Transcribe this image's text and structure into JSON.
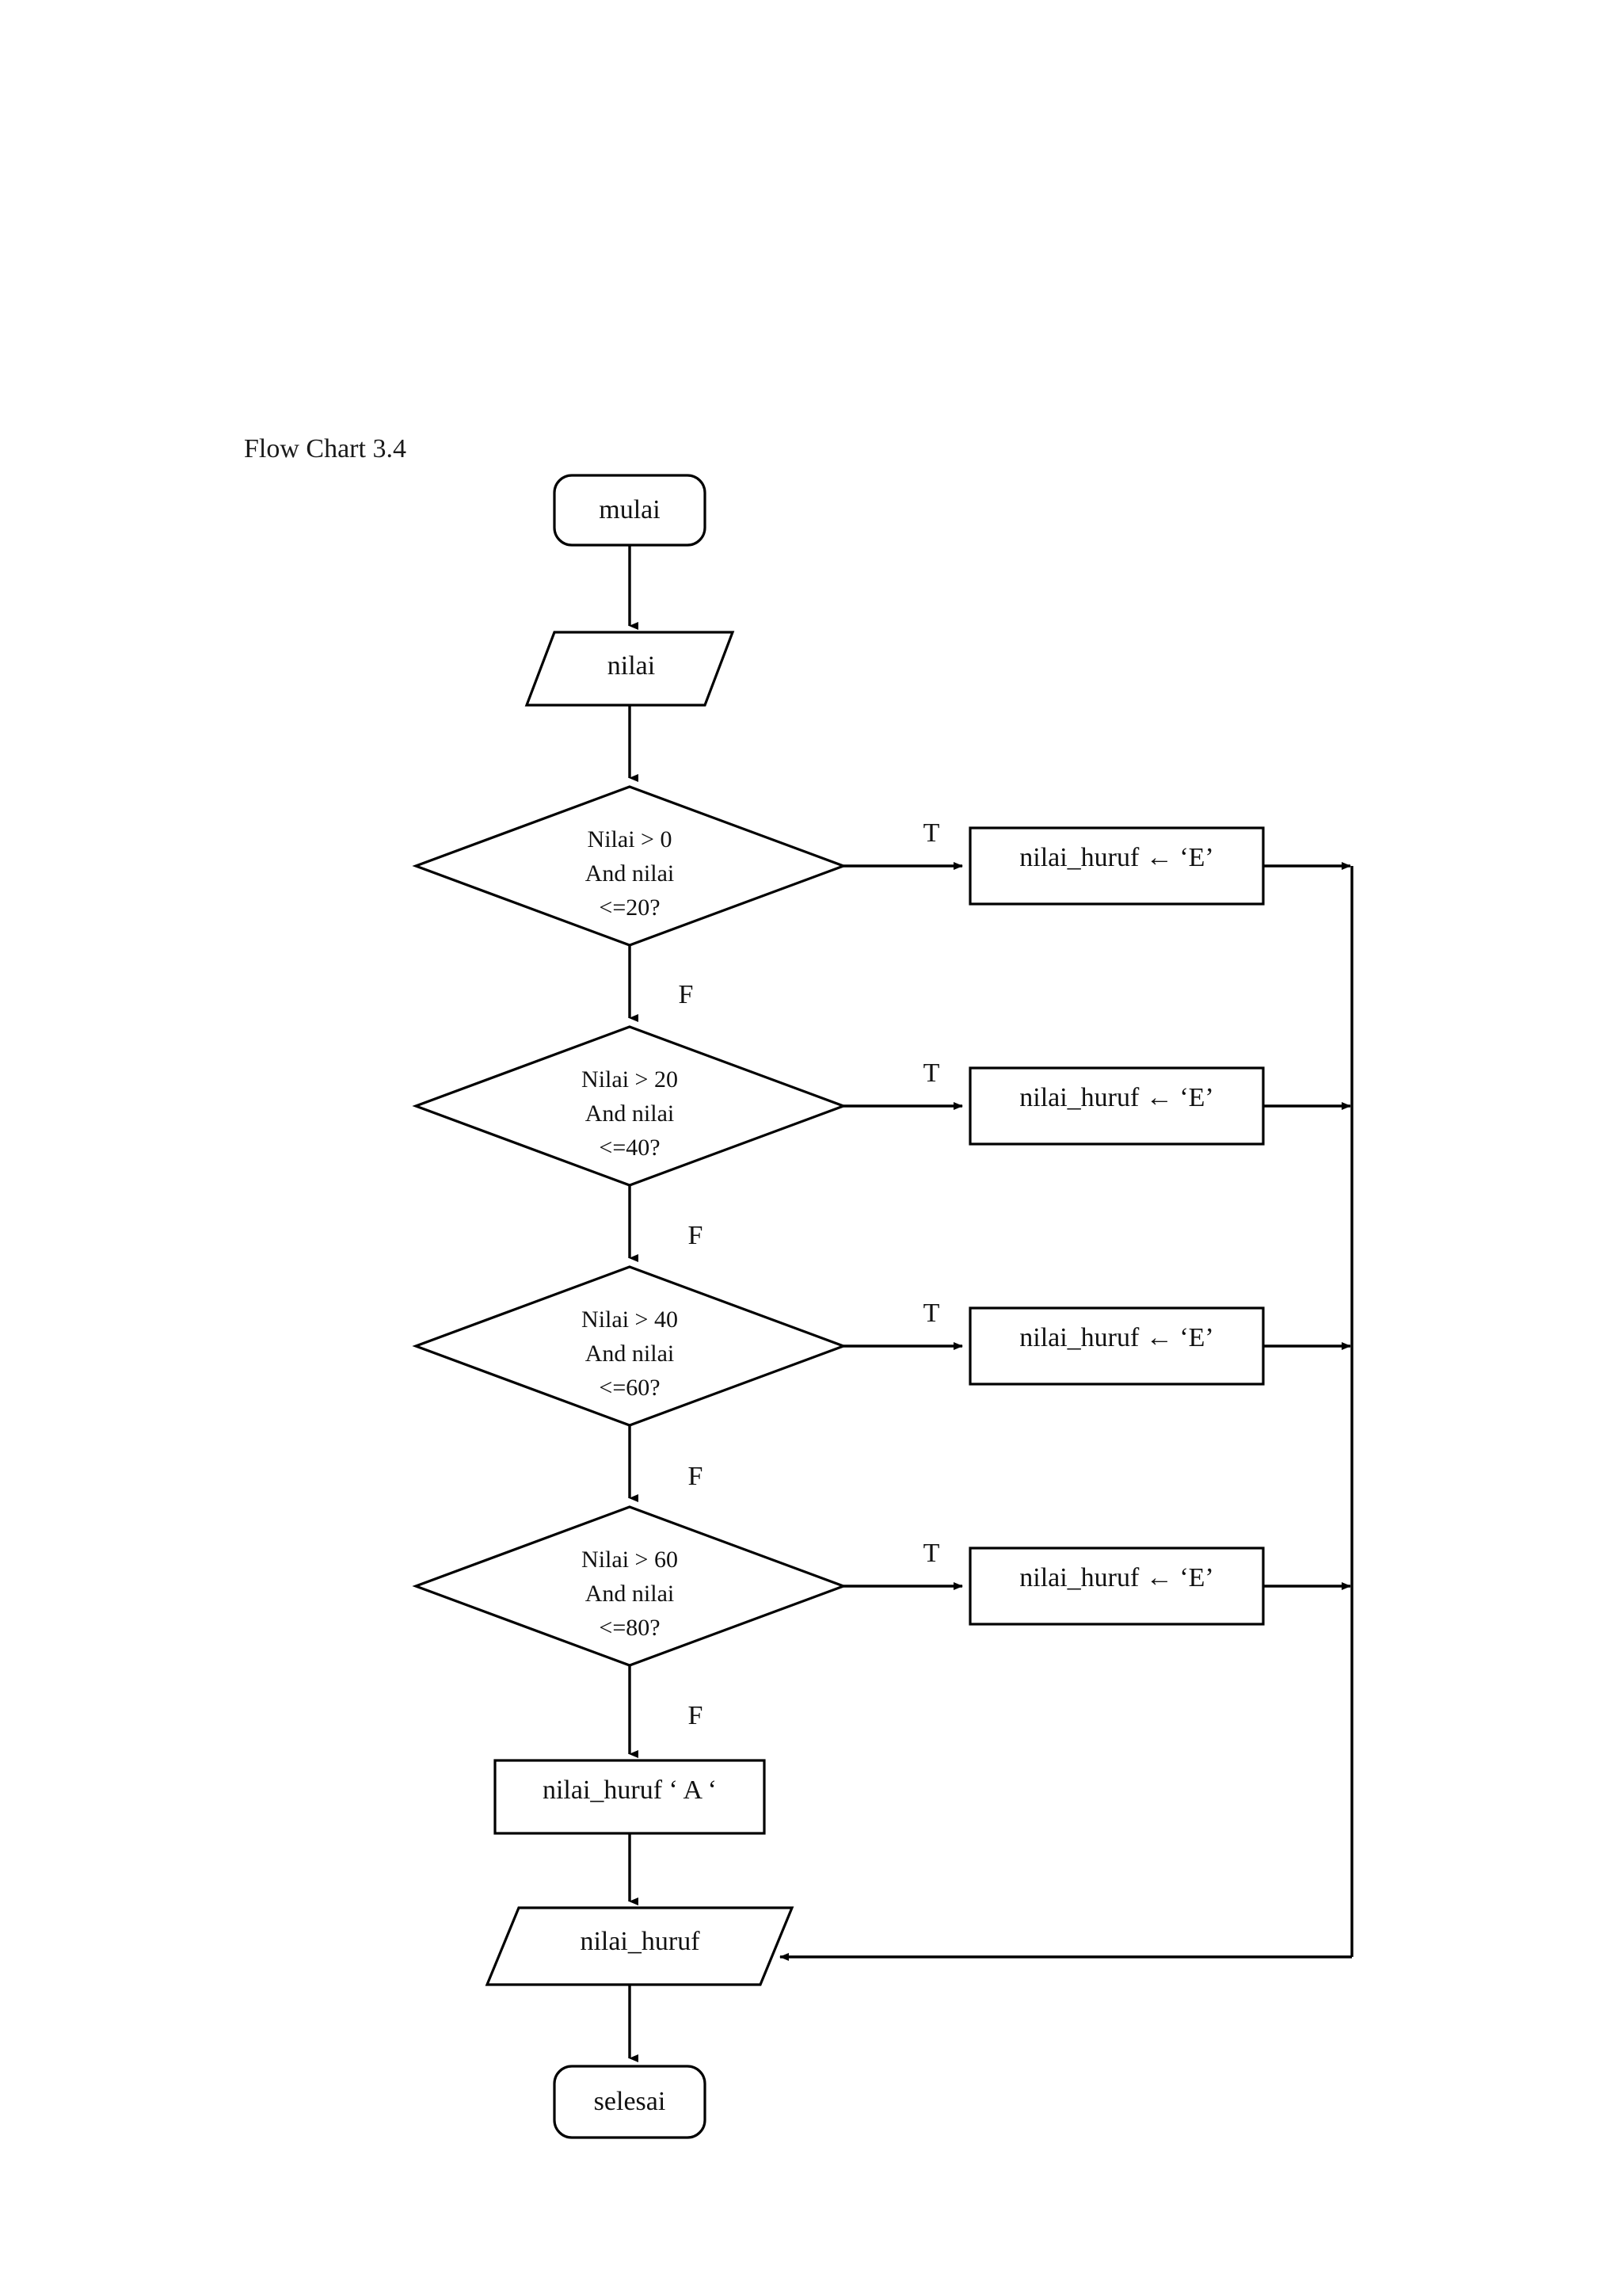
{
  "page": {
    "title": "Flow Chart 3.4",
    "background_color": "#ffffff",
    "ink_color": "#000000"
  },
  "chart_data": {
    "type": "diagram",
    "diagram_kind": "flowchart",
    "title": "Flow Chart 3.4",
    "orientation": "top-to-bottom with right-side true branches",
    "nodes": [
      {
        "id": "start",
        "shape": "terminator",
        "label": "mulai"
      },
      {
        "id": "input",
        "shape": "parallelogram",
        "label": "nilai"
      },
      {
        "id": "dec1",
        "shape": "diamond",
        "label_line1": "Nilai > 0",
        "label_line2": "And nilai",
        "label_line3": "<=20?"
      },
      {
        "id": "proc1",
        "shape": "process",
        "label": "nilai_huruf ← ‘E’"
      },
      {
        "id": "dec2",
        "shape": "diamond",
        "label_line1": "Nilai > 20",
        "label_line2": "And nilai",
        "label_line3": "<=40?"
      },
      {
        "id": "proc2",
        "shape": "process",
        "label": "nilai_huruf ← ‘E’"
      },
      {
        "id": "dec3",
        "shape": "diamond",
        "label_line1": "Nilai > 40",
        "label_line2": "And nilai",
        "label_line3": "<=60?"
      },
      {
        "id": "proc3",
        "shape": "process",
        "label": "nilai_huruf ← ‘E’"
      },
      {
        "id": "dec4",
        "shape": "diamond",
        "label_line1": "Nilai > 60",
        "label_line2": "And nilai",
        "label_line3": "<=80?"
      },
      {
        "id": "proc4",
        "shape": "process",
        "label": "nilai_huruf ← ‘E’"
      },
      {
        "id": "procA",
        "shape": "process",
        "label": "nilai_huruf ‘ A ‘"
      },
      {
        "id": "output",
        "shape": "parallelogram",
        "label": "nilai_huruf"
      },
      {
        "id": "end",
        "shape": "terminator",
        "label": "selesai"
      }
    ],
    "edges": [
      {
        "from": "start",
        "to": "input",
        "label": ""
      },
      {
        "from": "input",
        "to": "dec1",
        "label": ""
      },
      {
        "from": "dec1",
        "to": "proc1",
        "label": "T"
      },
      {
        "from": "dec1",
        "to": "dec2",
        "label": "F"
      },
      {
        "from": "dec2",
        "to": "proc2",
        "label": "T"
      },
      {
        "from": "dec2",
        "to": "dec3",
        "label": "F"
      },
      {
        "from": "dec3",
        "to": "proc3",
        "label": "T"
      },
      {
        "from": "dec3",
        "to": "dec4",
        "label": "F"
      },
      {
        "from": "dec4",
        "to": "proc4",
        "label": "T"
      },
      {
        "from": "dec4",
        "to": "procA",
        "label": "F"
      },
      {
        "from": "procA",
        "to": "output",
        "label": ""
      },
      {
        "from": "proc1",
        "to": "output",
        "label": ""
      },
      {
        "from": "proc2",
        "to": "output",
        "label": ""
      },
      {
        "from": "proc3",
        "to": "output",
        "label": ""
      },
      {
        "from": "proc4",
        "to": "output",
        "label": ""
      },
      {
        "from": "output",
        "to": "end",
        "label": ""
      }
    ]
  },
  "labels": {
    "start": "mulai",
    "input": "nilai",
    "dec1_l1": "Nilai > 0",
    "dec1_l2": "And nilai",
    "dec1_l3": "<=20?",
    "dec2_l1": "Nilai > 20",
    "dec2_l2": "And nilai",
    "dec2_l3": "<=40?",
    "dec3_l1": "Nilai > 40",
    "dec3_l2": "And nilai",
    "dec3_l3": "<=60?",
    "dec4_l1": "Nilai > 60",
    "dec4_l2": "And nilai",
    "dec4_l3": "<=80?",
    "proc1": "nilai_huruf ← ‘E’",
    "proc2": "nilai_huruf ← ‘E’",
    "proc3": "nilai_huruf ← ‘E’",
    "proc4": "nilai_huruf ← ‘E’",
    "procA": "nilai_huruf ‘ A ‘",
    "output": "nilai_huruf",
    "end": "selesai",
    "t1": "T",
    "t2": "T",
    "t3": "T",
    "t4": "T",
    "f1": "F",
    "f2": "F",
    "f3": "F",
    "f4": "F"
  }
}
